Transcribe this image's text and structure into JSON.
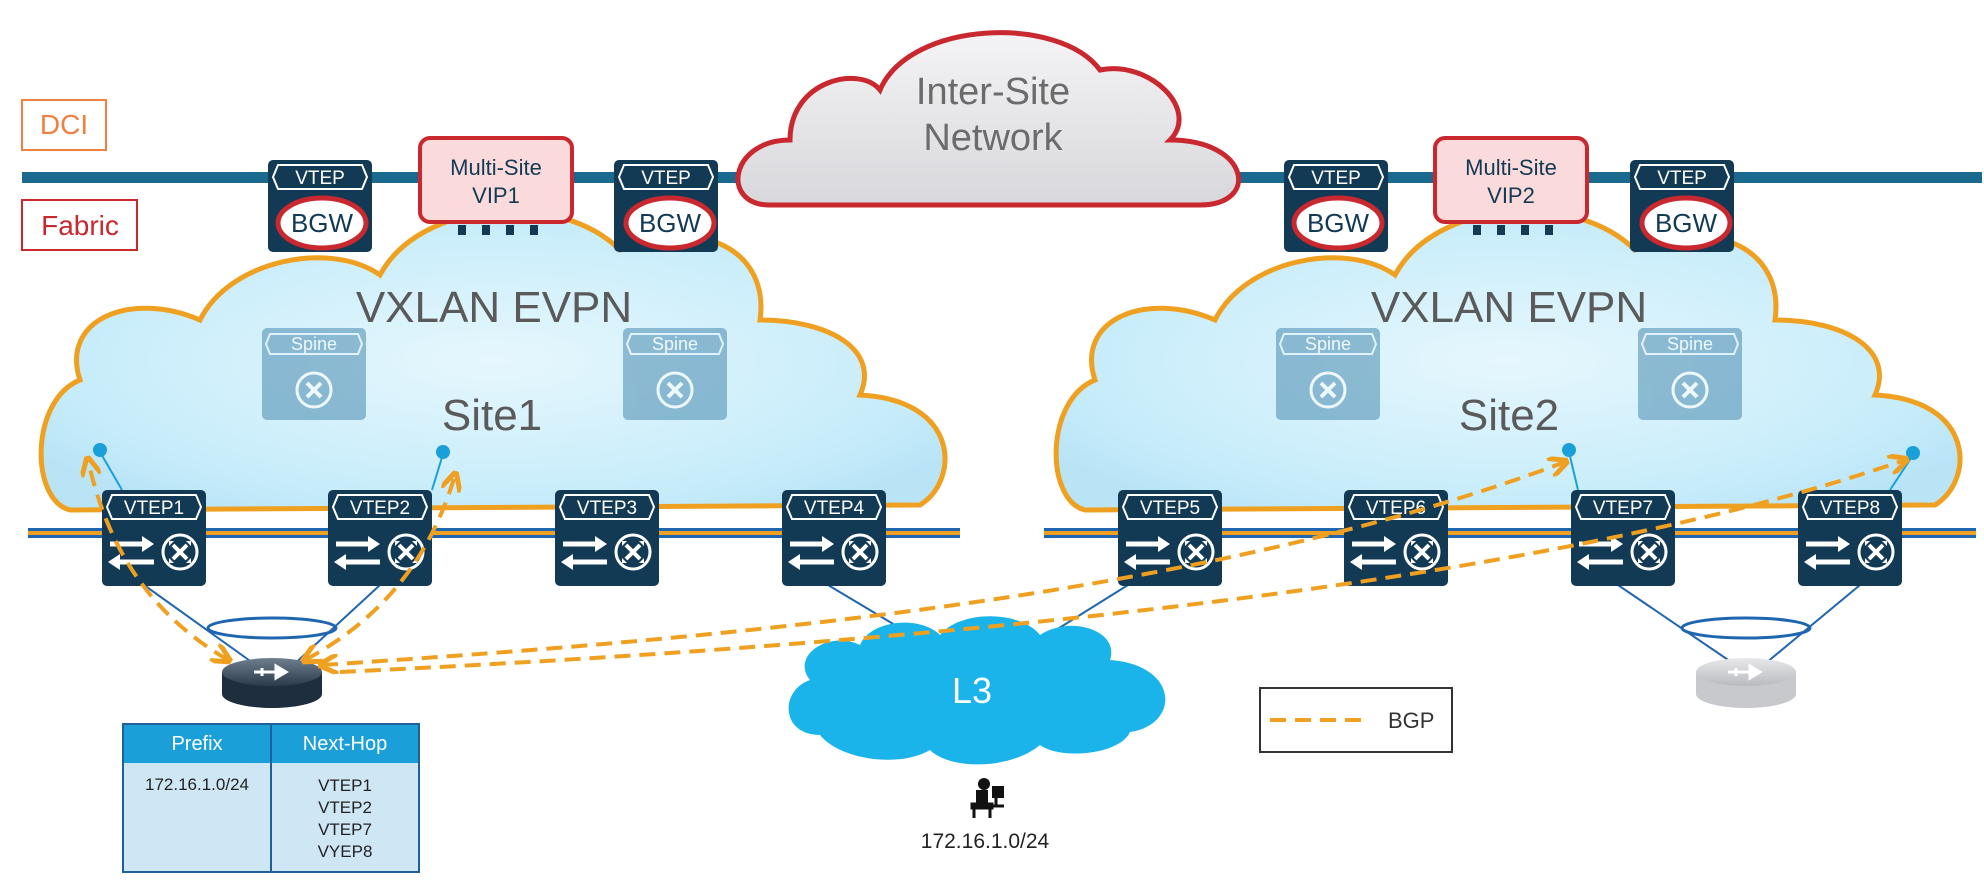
{
  "labels": {
    "dci": "DCI",
    "fabric": "Fabric",
    "inter_site_line1": "Inter-Site",
    "inter_site_line2": "Network",
    "vxlan_site1": "VXLAN EVPN",
    "vxlan_site2": "VXLAN EVPN",
    "site1": "Site1",
    "site2": "Site2",
    "l3": "L3",
    "host_subnet": "172.16.1.0/24"
  },
  "site1_bgws": [
    {
      "tag": "VTEP",
      "name": "BGW"
    },
    {
      "tag": "VTEP",
      "name": "BGW"
    }
  ],
  "site2_bgws": [
    {
      "tag": "VTEP",
      "name": "BGW"
    },
    {
      "tag": "VTEP",
      "name": "BGW"
    }
  ],
  "vip1": {
    "line1": "Multi-Site",
    "line2": "VIP1"
  },
  "vip2": {
    "line1": "Multi-Site",
    "line2": "VIP2"
  },
  "spines": [
    "Spine",
    "Spine",
    "Spine",
    "Spine"
  ],
  "leaves": [
    "VTEP1",
    "VTEP2",
    "VTEP3",
    "VTEP4",
    "VTEP5",
    "VTEP6",
    "VTEP7",
    "VTEP8"
  ],
  "legend": {
    "bgp": "BGP"
  },
  "table": {
    "headers": [
      "Prefix",
      "Next-Hop"
    ],
    "prefix": "172.16.1.0/24",
    "next_hops": [
      "VTEP1",
      "VTEP2",
      "VTEP7",
      "VYEP8"
    ]
  },
  "colors": {
    "cloud_fill": "#cdeefb",
    "cloud_outline": "#f0a020",
    "isn_outline": "#c8282e",
    "l3_fill": "#1ab4ea",
    "bgp_line": "#f0a020",
    "device": "#123a55",
    "fabric_line": "#1f66b0"
  }
}
